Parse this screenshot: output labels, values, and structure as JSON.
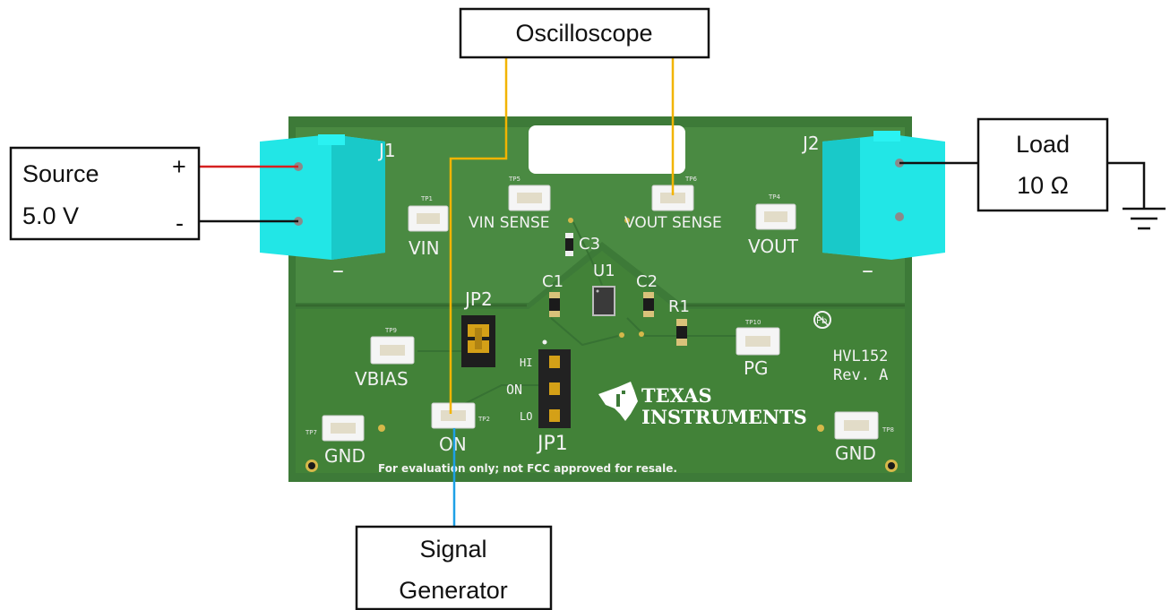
{
  "boxes": {
    "oscilloscope": "Oscilloscope",
    "source_line1": "Source",
    "source_line2": "5.0 V",
    "source_plus": "+",
    "source_minus": "-",
    "load_line1": "Load",
    "load_line2": "10 Ω",
    "siggen_line1": "Signal",
    "siggen_line2": "Generator"
  },
  "board": {
    "connectors": {
      "j1": "J1",
      "j2": "J2"
    },
    "minus_marks": [
      "–",
      "–"
    ],
    "test_points": {
      "tp1": {
        "ref": "TP1",
        "label": "VIN"
      },
      "tp2": {
        "ref": "TP2",
        "label": "ON"
      },
      "tp4": {
        "ref": "TP4",
        "label": "VOUT"
      },
      "tp5": {
        "ref": "TP5",
        "label": "VIN SENSE"
      },
      "tp6": {
        "ref": "TP6",
        "label": "VOUT SENSE"
      },
      "tp7": {
        "ref": "TP7",
        "label": "GND"
      },
      "tp8": {
        "ref": "TP8",
        "label": "GND"
      },
      "tp9": {
        "ref": "TP9",
        "label": "VBIAS"
      },
      "tp10": {
        "ref": "TP10",
        "label": "PG"
      }
    },
    "components": {
      "c1": "C1",
      "c2": "C2",
      "c3": "C3",
      "u1": "U1",
      "r1": "R1",
      "jp1": "JP1",
      "jp2": "JP2"
    },
    "jp1_positions": [
      "HI",
      "ON",
      "LO"
    ],
    "board_id": "HVL152",
    "revision": "Rev. A",
    "logo_line1": "TEXAS",
    "logo_line2": "INSTRUMENTS",
    "pb_mark": "Pb",
    "disclaimer": "For evaluation only; not FCC approved for resale."
  },
  "colors": {
    "pcb": "#3d7a38",
    "pcb_light": "#4a8a42",
    "connector": "#22e6e6",
    "wire_red": "#d62020",
    "wire_black": "#111111",
    "wire_yellow": "#f2b400",
    "wire_blue": "#1ea0e6"
  }
}
